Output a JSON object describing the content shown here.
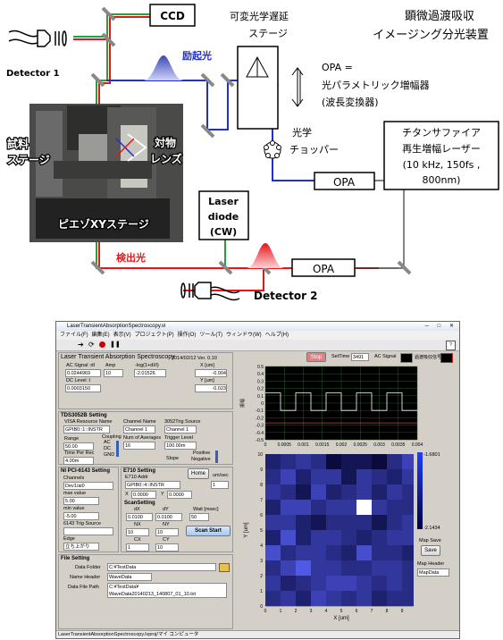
{
  "diagram": {
    "ccd": "CCD",
    "delay_stage": [
      "可変光学遅延",
      "ステージ"
    ],
    "device_title": [
      "顕微過渡吸収",
      "イメージング分光装置"
    ],
    "detector1": "Detector 1",
    "excitation_light": "励起光",
    "opa_def": [
      "OPA =",
      "光パラメトリック増幅器",
      "(波長変換器)"
    ],
    "sample_stage": [
      "試料",
      "ステージ"
    ],
    "objective": [
      "対物",
      "レンズ"
    ],
    "chopper": [
      "光学",
      "チョッパー"
    ],
    "ti_sapphire": [
      "チタンサファイア",
      "再生増幅レーザー",
      "(10 kHz, 150fs ,",
      "800nm)"
    ],
    "opa": "OPA",
    "piezo_stage": "ピエゾXYステージ",
    "laser_diode": [
      "Laser",
      "diode",
      "(CW)"
    ],
    "probe_light": "検出光",
    "detector2": "Detector 2",
    "colors": {
      "red": "#e8141a",
      "green": "#1fa33a",
      "blue": "#1f2fd0",
      "excitation": "#3a46b8",
      "probe": "#e8141a"
    }
  },
  "ui": {
    "window_title": "LaserTransientAbsorptionSpectroscopy.vi",
    "menu": [
      "ファイル(F)",
      "編集(E)",
      "表示(V)",
      "プロジェクト(P)",
      "操作(O)",
      "ツール(T)",
      "ウィンドウ(W)",
      "ヘルプ(H)"
    ],
    "app_title": "Laser Transient Absorption Spectroscopy",
    "version": "2014/02/12 Ver. 0.10",
    "stop_label": "Stop",
    "settime_label": "SetTime",
    "settime_value": "3491",
    "ac_signal_label": "AC Signal",
    "legend_label": "過渡吸収信号",
    "ac_signal": {
      "label": "AC Signal :dI",
      "value": "0.0244969"
    },
    "amp": {
      "label": "Amp",
      "value": "10"
    },
    "log_label": "-log(1+dI/I)",
    "log_value": "-2.01526",
    "x_um_label": "X [um]",
    "x_um_value": "-0.004",
    "y_um_label": "Y [um]",
    "y_um_value": "-0.023",
    "dc_level": {
      "label": "DC Level :I",
      "value": "0.0003150"
    },
    "tds": {
      "title": "TDS3052B Setting",
      "visa_label": "VISA Resource Name",
      "visa_value": "GPIB0::1::INSTR",
      "channel_name_label": "Channel Name",
      "channel_name_value": "Channel 1",
      "trig_label": "3052Trig Source",
      "trig_value": "Channel 1",
      "range_label": "Range",
      "range_value": "50.00",
      "coupling_label": "Coupling",
      "coupling_opts": [
        "AC",
        "DC",
        "GND"
      ],
      "averages_label": "Num of Averages",
      "averages_value": "16",
      "trigger_level_label": "Trigger Level",
      "trigger_level_value": "100.00m",
      "time_per_rec_label": "Time Per Rec",
      "time_per_rec_value": "4.00m",
      "slope_label": "Slope",
      "slope_opts": [
        "Positive",
        "Negative"
      ]
    },
    "ni": {
      "title": "NI PCI-6143 Setting",
      "channels_label": "Channels",
      "channels_value": "Dev1/ai0",
      "max_label": "max value",
      "max_value": "5.00",
      "min_label": "min value",
      "min_value": "-5.00",
      "trig_label": "6143 Trig Source",
      "edge_label": "Edge",
      "edge_value": "立ち上がり"
    },
    "e710": {
      "title": "E710 Setting",
      "addr_label": "E710 Addr",
      "addr_value": "GPIB0::4::INSTR",
      "home_label": "Home",
      "um_sec_label": "um/sec",
      "um_sec_value": "1",
      "x_label": "X",
      "x_value": "0.0000",
      "y_label": "Y",
      "y_value": "0.0000"
    },
    "scan": {
      "title": "ScanSetting",
      "dx_label": "dX",
      "dx_value": "0.0100",
      "dy_label": "dY",
      "dy_value": "0.0100",
      "wait_label": "Wait [msec]",
      "wait_value": "50",
      "nx_label": "NX",
      "nx_value": "10",
      "ny_label": "NY",
      "ny_value": "10",
      "cx_label": "CX",
      "cx_value": "1",
      "cy_label": "CY",
      "cy_value": "10",
      "start_label": "Scan Start"
    },
    "file": {
      "title": "File Setting",
      "folder_label": "Data Folder",
      "folder_value": "C:¥TestData",
      "name_header_label": "Name Header",
      "name_header_value": "WaveData",
      "path_label": "Data File Path",
      "path_value1": "C:¥TestData¥",
      "path_value2": "WaveData20140213_140807_01_10.txt"
    },
    "map_save_label": "Map Save",
    "save_label": "Save",
    "map_header_label": "Map Header",
    "map_header_value": "MapData",
    "colorbar_max": "-1.6801",
    "colorbar_min": "-2.1434",
    "status": "LaserTransientAbsorptionSpectroscopy.lvproj/マイ コンピュータ"
  },
  "chart_data": [
    {
      "type": "line",
      "xlabel": "",
      "ylabel": "振幅",
      "xlim": [
        0,
        0.004
      ],
      "ylim": [
        -0.5,
        0.5
      ],
      "x_ticks": [
        "0",
        "0.0005",
        "0.001",
        "0.0015",
        "0.002",
        "0.0025",
        "0.003",
        "0.0035",
        "0.004"
      ],
      "y_ticks": [
        "0.5",
        "0.4",
        "0.3",
        "0.2",
        "0.1",
        "0",
        "-0.1",
        "-0.2",
        "-0.3",
        "-0.4",
        "-0.5"
      ],
      "series": [
        {
          "name": "AC Signal",
          "color": "#ffffff",
          "period": 0.0008,
          "high": 0.14,
          "low": -0.1
        },
        {
          "name": "過渡吸収信号",
          "color": "#e04020",
          "period": 0.0008,
          "high": -0.27,
          "low": -0.27
        }
      ]
    },
    {
      "type": "heatmap",
      "xlabel": "X [um]",
      "ylabel": "Y [um]",
      "xlim": [
        0,
        10
      ],
      "ylim": [
        0,
        10
      ],
      "x_ticks": [
        "0",
        "1",
        "2",
        "3",
        "4",
        "5",
        "6",
        "7",
        "8",
        "9",
        "10"
      ],
      "y_ticks": [
        "10",
        "9",
        "8",
        "7",
        "6",
        "5",
        "4",
        "3",
        "2",
        "1",
        "0"
      ],
      "value_range": [
        -2.1434,
        -1.6801
      ],
      "grid": [
        [
          2,
          3,
          4,
          3,
          0,
          1,
          1,
          0,
          3,
          5
        ],
        [
          3,
          5,
          2,
          4,
          4,
          1,
          4,
          3,
          2,
          4
        ],
        [
          4,
          3,
          1,
          5,
          2,
          3,
          4,
          2,
          4,
          3
        ],
        [
          2,
          5,
          5,
          3,
          4,
          4,
          9,
          4,
          3,
          3
        ],
        [
          4,
          4,
          2,
          1,
          3,
          3,
          3,
          1,
          3,
          4
        ],
        [
          2,
          6,
          2,
          4,
          4,
          3,
          2,
          3,
          4,
          4
        ],
        [
          6,
          3,
          4,
          4,
          3,
          2,
          6,
          3,
          3,
          2
        ],
        [
          3,
          5,
          7,
          4,
          4,
          3,
          3,
          4,
          4,
          3
        ],
        [
          4,
          2,
          3,
          4,
          5,
          5,
          4,
          3,
          4,
          3
        ],
        [
          3,
          4,
          2,
          5,
          4,
          3,
          4,
          2,
          3,
          3
        ]
      ]
    }
  ]
}
